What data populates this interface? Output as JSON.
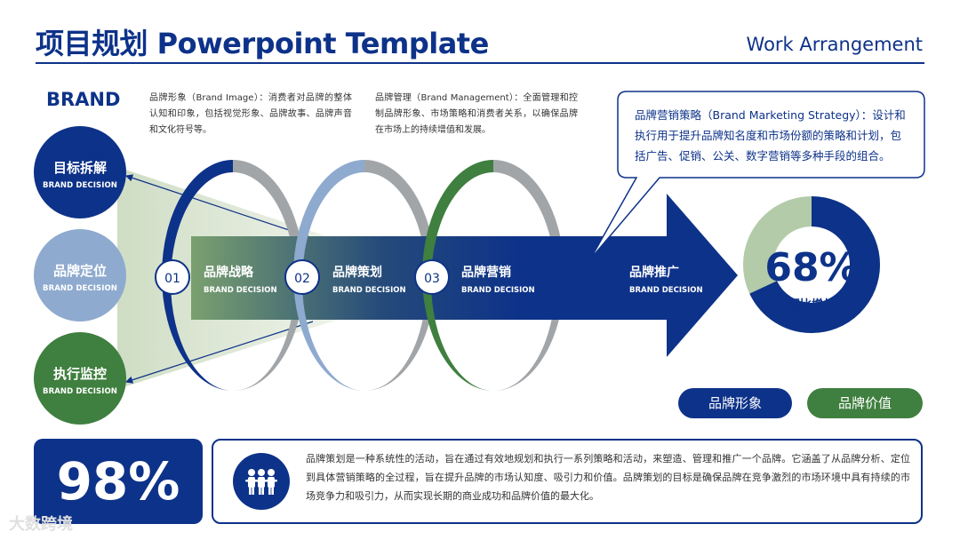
{
  "header": {
    "title": "项目规划 Powerpoint Template",
    "subtitle": "Work Arrangement"
  },
  "brand_label": "BRAND",
  "notes": {
    "brand_image": "品牌形象（Brand Image）：消费者对品牌的整体认知和印象，包括视觉形象、品牌故事、品牌声音和文化符号等。",
    "brand_management": "品牌管理（Brand Management）：全面管理和控制品牌形象、市场策略和消费者关系，以确保品牌在市场上的持续增值和发展。",
    "marketing_strategy": "品牌营销策略（Brand Marketing Strategy）：设计和执行用于提升品牌知名度和市场份额的策略和计划，包括广告、促销、公关、数字营销等多种手段的组合。"
  },
  "left_circles": [
    {
      "title": "目标拆解",
      "sub": "BRAND DECISION",
      "color": "#0d3289"
    },
    {
      "title": "品牌定位",
      "sub": "BRAND DECISION",
      "color": "#8eaacf"
    },
    {
      "title": "执行监控",
      "sub": "BRAND DECISION",
      "color": "#3f7f3f"
    }
  ],
  "stages": [
    {
      "num": "01",
      "title": "品牌战略",
      "sub": "BRAND DECISION"
    },
    {
      "num": "02",
      "title": "品牌策划",
      "sub": "BRAND DECISION"
    },
    {
      "num": "03",
      "title": "品牌营销",
      "sub": "BRAND DECISION"
    },
    {
      "num": "",
      "title": "品牌推广",
      "sub": "BRAND DECISION"
    }
  ],
  "ring_colors": [
    "#0d3289",
    "#8eaacf",
    "#3f7f3f"
  ],
  "donut": {
    "value": 68,
    "value_label": "68%",
    "caption": "同比增长",
    "fill_color": "#0d3289",
    "rest_color": "#b3cba9"
  },
  "pills": [
    {
      "label": "品牌形象",
      "color": "#0d3289"
    },
    {
      "label": "品牌价值",
      "color": "#3f7f3f"
    }
  ],
  "bottom": {
    "big_value": "98%",
    "description": "品牌策划是一种系统性的活动，旨在通过有效地规划和执行一系列策略和活动，来塑造、管理和推广一个品牌。它涵盖了从品牌分析、定位到具体营销策略的全过程，旨在提升品牌的市场认知度、吸引力和价值。品牌策划的目标是确保品牌在竞争激烈的市场环境中具有持续的市场竞争力和吸引力，从而实现长期的商业成功和品牌价值的最大化。",
    "icon": "people-icon"
  },
  "watermark": "大数跨境"
}
